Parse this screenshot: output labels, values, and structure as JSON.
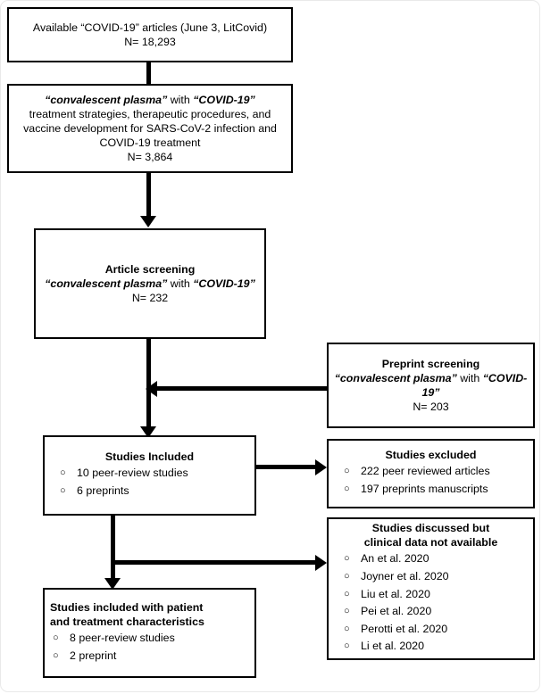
{
  "figure": {
    "type": "flowchart",
    "kind": "prisma-study-selection",
    "bullet_marker": "○",
    "accent_color": "#000000",
    "background_color": "#ffffff"
  },
  "boxes": {
    "available_articles": {
      "line1_pre": "Available ",
      "line1_quoted": "“COVID-19”",
      "line1_post": " articles (June 3, LitCovid)",
      "count_label": "N= 18,293"
    },
    "search_strategy": {
      "line1_q1": "“convalescent plasma”",
      "line1_mid": " with ",
      "line1_q2": "“COVID-19”",
      "line2": "treatment strategies, therapeutic procedures, and",
      "line3": "vaccine development for SARS-CoV-2 infection and",
      "line4": "COVID-19 treatment",
      "count_label": "N= 3,864"
    },
    "article_screening": {
      "title": "Article screening",
      "line_q1": "“convalescent plasma”",
      "line_mid": " with ",
      "line_q2": "“COVID-19”",
      "count_label": "N= 232"
    },
    "preprint_screening": {
      "title": "Preprint screening",
      "line_q1": "“convalescent plasma”",
      "line_mid": " with ",
      "line_q2": "“COVID-19”",
      "count_label": "N=  203"
    },
    "studies_included": {
      "title": "Studies Included",
      "items": [
        "10 peer-review studies",
        "6 preprints"
      ]
    },
    "studies_excluded": {
      "title": "Studies excluded",
      "items": [
        "222 peer reviewed articles",
        "197 preprints manuscripts"
      ]
    },
    "studies_discussed": {
      "title_line1": "Studies discussed but",
      "title_line2": "clinical data not available",
      "items": [
        "An et al. 2020",
        "Joyner et al. 2020",
        "Liu et al. 2020",
        "Pei et al. 2020",
        "Perotti et al. 2020",
        "Li et al. 2020"
      ]
    },
    "studies_included_characteristics": {
      "title_line1": "Studies included with patient",
      "title_line2": "and treatment characteristics",
      "items": [
        "8 peer-review studies",
        "2 preprint"
      ]
    }
  }
}
